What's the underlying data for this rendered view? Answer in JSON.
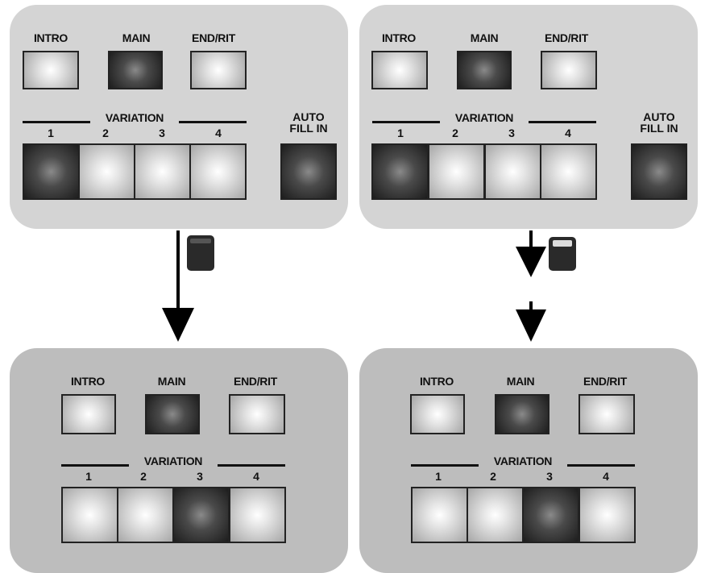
{
  "labels": {
    "intro": "INTRO",
    "main": "MAIN",
    "ending": "END/RIT",
    "variation": "VARIATION",
    "auto_line1": "AUTO",
    "auto_line2": "FILL IN"
  },
  "variation_numbers": [
    "1",
    "2",
    "3",
    "4"
  ],
  "panels": [
    {
      "id": "top-left",
      "lit": [
        "main",
        "var1",
        "auto"
      ]
    },
    {
      "id": "top-right",
      "lit": [
        "main",
        "var1",
        "auto"
      ]
    },
    {
      "id": "bottom-left",
      "lit": [
        "main",
        "var3"
      ]
    },
    {
      "id": "bottom-right",
      "lit": [
        "main",
        "var3"
      ]
    }
  ],
  "colors": {
    "lit_button": "#1d1d1d",
    "unlit_button": "#e6e6e6",
    "top_panel": "#d4d4d4",
    "bottom_panel": "#bdbdbd"
  }
}
